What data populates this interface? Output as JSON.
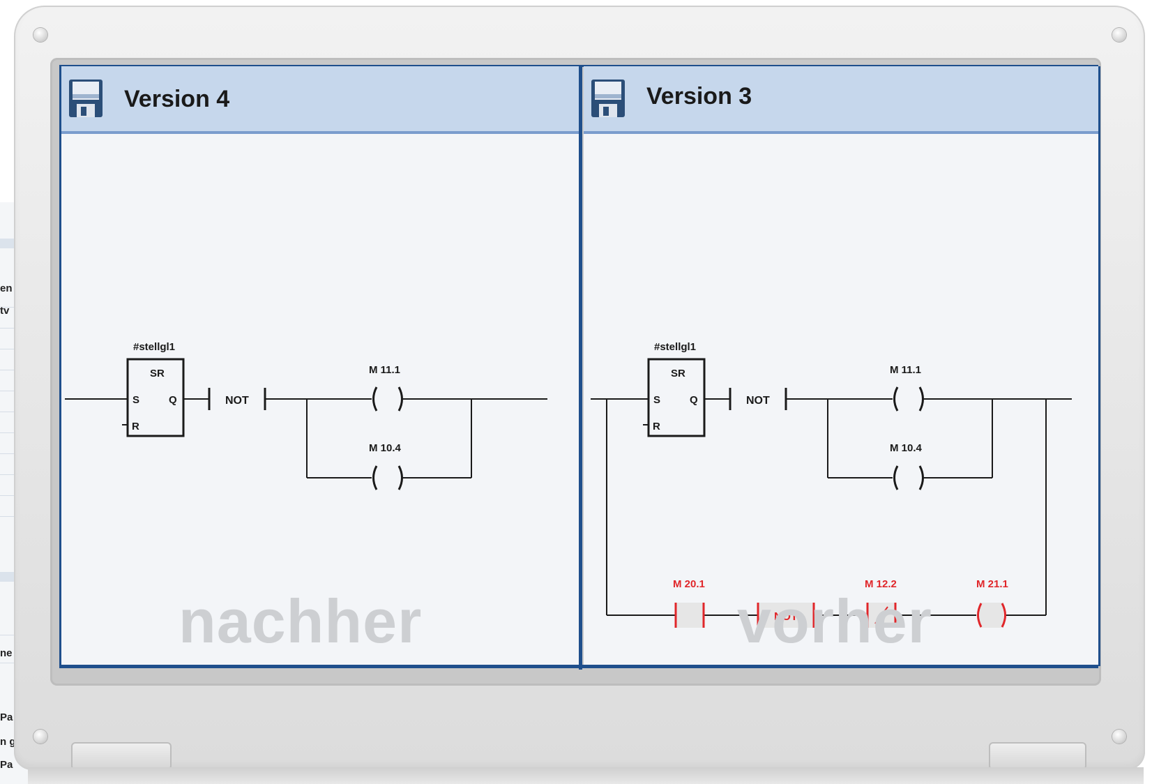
{
  "background_window": {
    "fragments": [
      "en",
      "tv",
      "ne",
      "Pa",
      "n g",
      "Pa"
    ]
  },
  "left_panel": {
    "title": "Version 4",
    "icon": "floppy-disk-icon",
    "watermark": "nachher",
    "block": {
      "name": "#stellgl1",
      "type": "SR",
      "input_set": "S",
      "input_reset": "R",
      "output": "Q"
    },
    "not_label": "NOT",
    "coils": [
      "M 11.1",
      "M 10.4"
    ]
  },
  "right_panel": {
    "title": "Version 3",
    "icon": "floppy-disk-icon",
    "watermark": "vorher",
    "block": {
      "name": "#stellgl1",
      "type": "SR",
      "input_set": "S",
      "input_reset": "R",
      "output": "Q"
    },
    "not_label": "NOT",
    "coils": [
      "M 11.1",
      "M 10.4"
    ],
    "added_rung": {
      "contact_1": "M 20.1",
      "not_label": "NOT",
      "contact_2": "M 12.2",
      "coil": "M 21.1"
    }
  },
  "colors": {
    "header_bg": "#c6d7ec",
    "frame_blue": "#1f4f8c",
    "diff_red": "#e0262a",
    "watermark_gray": "#cdcfd2"
  }
}
